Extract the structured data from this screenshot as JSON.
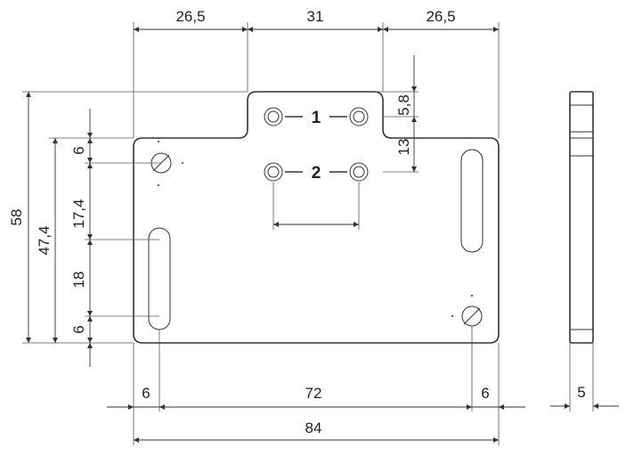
{
  "dimensions": {
    "top_left": "26,5",
    "top_center": "31",
    "top_right": "26,5",
    "tab_height": "5,8",
    "hole_spacing_vertical": "13",
    "overall_height": "58",
    "plate_height": "47,4",
    "hole_from_top": "6",
    "hole_to_slot": "17,4",
    "slot_length": "18",
    "slot_from_bottom": "6",
    "left_edge_offset": "6",
    "hole_spacing_horizontal": "72",
    "right_edge_offset": "6",
    "overall_width": "84",
    "thickness": "5"
  },
  "positions": {
    "position_1": "1",
    "position_2": "2"
  }
}
